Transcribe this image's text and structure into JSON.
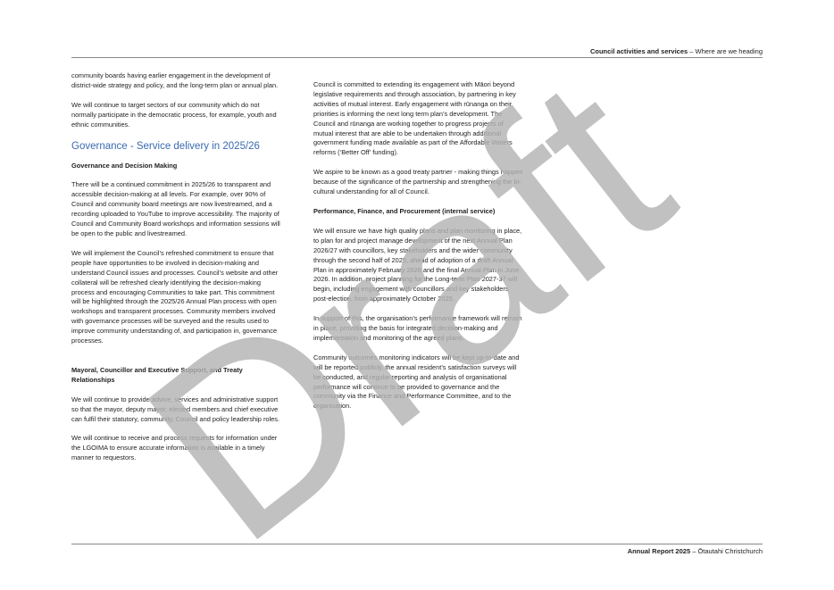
{
  "header": {
    "section_bold": "Council activities and services",
    "section_rest": " – Where are we heading"
  },
  "footer": {
    "report_bold": "Annual Report 2025",
    "report_rest": " – Ōtautahi Christchurch"
  },
  "watermark": {
    "text": "Draft",
    "color": "#b3b3b3"
  },
  "left_column": {
    "para_intro_1": "community boards having earlier engagement in the development of district-wide strategy and policy, and the long-term plan or annual plan.",
    "para_intro_2": "We will continue to target sectors of our community which do not normally participate in the democratic process, for example, youth and ethnic communities.",
    "heading_governance": "Governance - Service delivery in 2025/26",
    "sub_gov_decision": "Governance and Decision Making",
    "para_gov_1": "There will be a continued commitment in 2025/26 to transparent and accessible decision-making at all levels.  For example, over 90% of Council and community board meetings are now livestreamed, and a recording uploaded to YouTube to improve accessibility.  The majority of Council and Community Board workshops and information sessions will be open to the public and livestreamed.",
    "para_gov_2": "We will implement the Council’s refreshed commitment to ensure that people have opportunities to be involved in decision-making and understand Council issues and processes.  Council’s website and other collateral will be refreshed clearly identifying the decision-making process and encouraging Communities to take part. This commitment will be highlighted through the 2025/26 Annual Plan process with open workshops and transparent processes.  Community members involved with governance processes will be surveyed and the results used to improve community understanding of, and participation in, governance processes.",
    "sub_mayoral": "Mayoral, Councillor and Executive Support, and Treaty Relationships",
    "para_mayoral_1": "We will continue to provide advice, services and administrative support so that the mayor, deputy mayor, elected members and chief executive can fulfil their statutory, community, Council and policy leadership roles.",
    "para_mayoral_2": "We will continue to receive and process requests for information under the LGOIMA to ensure accurate information is available in a timely manner to requestors."
  },
  "right_column": {
    "para_maori_1": "Council is committed to extending its engagement with Māori beyond legislative requirements and through association, by partnering in key activities of mutual interest. Early engagement with rūnanga on their priorities is informing the next long term plan’s development. The Council and rūnanga are working together to progress projects of mutual interest that are able to be undertaken through additional government funding made available as part of the Affordable Waters reforms (‘Better Off’ funding).",
    "para_maori_2": "We aspire to be known as a good treaty partner - making things happen because of the significance of the partnership and strengthening the bi-cultural understanding for all of Council.",
    "sub_performance": "Performance, Finance, and Procurement (internal service)",
    "para_perf_1": "We will ensure we have high quality plans and plan monitoring in place, to plan for and project manage development of the next Annual Plan 2026/27 with councillors, key stakeholders and the wider community through the second half of 2025, ahead of adoption of a draft Annual Plan in approximately February 2026 and the final Annual Plan in June 2026. In addition, project planning for the Long-term Plan 2027-37 will begin, including engagement with councillors and key stakeholders post-election, from approximately October 2025.",
    "para_perf_2": "In support of this, the organisation’s performance framework will remain in place, providing the basis for integrated decision-making and implementation and monitoring of the agreed plans.",
    "para_perf_3": "Community outcomes monitoring indicators will be kept up-to-date and will be reported publicly, the annual resident’s satisfaction surveys will be conducted, and regular reporting and analysis of organisational performance will continue to be provided to governance and the community via the Finance and Performance Committee, and to the organisation."
  }
}
